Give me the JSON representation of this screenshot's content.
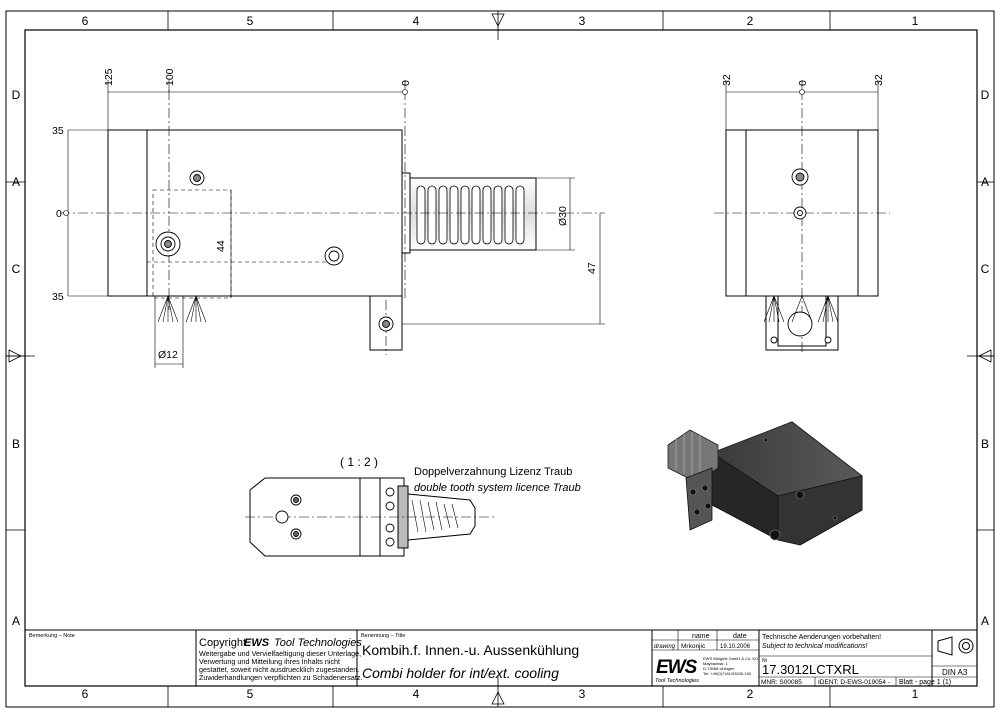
{
  "border": {
    "cols_top": [
      "6",
      "5",
      "4",
      "3",
      "2",
      "1"
    ],
    "cols_bottom": [
      "6",
      "5",
      "4",
      "3",
      "2",
      "1"
    ],
    "rows_left": [
      "D",
      "A",
      "C",
      "B",
      "A"
    ],
    "rows_right": [
      "D",
      "A",
      "C",
      "B",
      "A"
    ]
  },
  "front_view": {
    "dims_top": [
      "125",
      "100",
      "0"
    ],
    "dims_left": [
      "35",
      "0",
      "35"
    ],
    "dim_44": "44",
    "dim_30": "Ø30",
    "dim_47": "47",
    "dim_12": "Ø12"
  },
  "side_view": {
    "dims_top": [
      "32",
      "0",
      "32"
    ]
  },
  "detail": {
    "scale": "( 1 : 2 )",
    "note_de": "Doppelverzahnung Lizenz Traub",
    "note_en": "double tooth system licence Traub"
  },
  "title_block": {
    "remark_label": "Bemerkung – Note",
    "copyright_prefix": "Copyright",
    "copyright_brand": "EWS",
    "copyright_suffix": "Tool Technologies",
    "copyright_text": [
      "Weitergabe und Vervielfaeltigung dieser Unterlage,",
      "Verwertung und Mitteilung ihres Inhalts nicht",
      "gestattet, soweit nicht ausdruecklich zugestanden.",
      "Zuwiderhandlungen verpflichten zu Schadenersatz."
    ],
    "title_label": "Benennung – Title",
    "title_de": "Kombih.f. Innen.-u. Aussenkühlung",
    "title_en": "Combi holder for int/ext. cooling",
    "col_name": "name",
    "col_date": "date",
    "row_drawing": "drawing",
    "drawer_name": "Mrkonjic",
    "drawer_date": "19.10.2006",
    "logo": "EWS",
    "logo_sub": "Tool Technologies",
    "address": [
      "EWS Weigele GmbH & Co. KG",
      "Maybachstr. 1",
      "D-73066 Uhingen",
      "Tel. +49(0)7161/93040-100"
    ],
    "change_de": "Technische Aenderungen vorbehalten!",
    "change_en": "Subject to technical modifications!",
    "nr_label": "Nr",
    "part_no": "17.3012LCTXRL",
    "mnr": "MNR: S00085",
    "ident": "IDENT: D-EWS-019054 -",
    "sheet_label": "Blatt - page 1 (1)",
    "format": "DIN A3"
  }
}
